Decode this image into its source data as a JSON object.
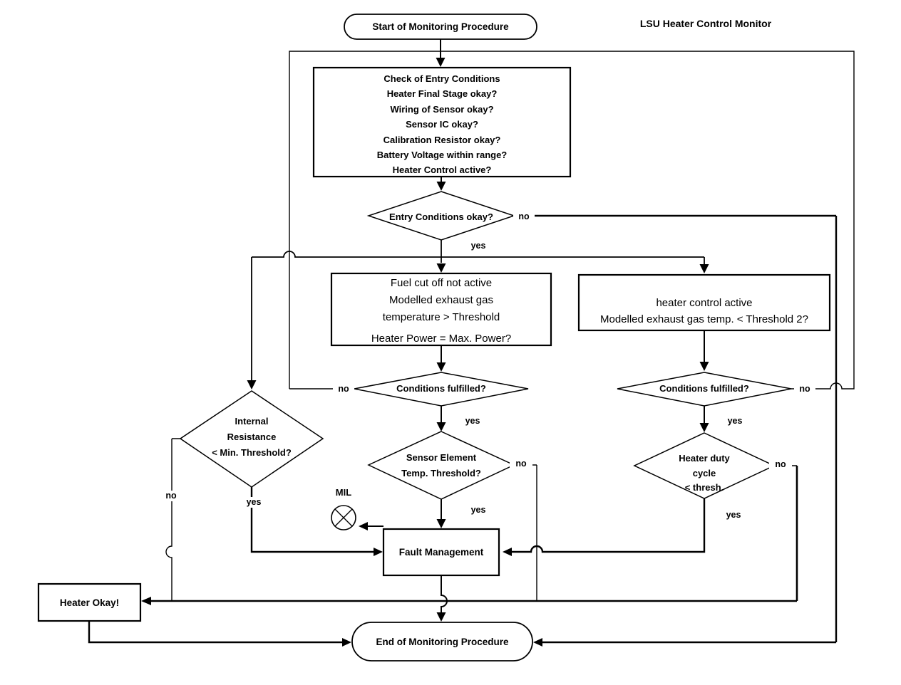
{
  "title": "LSU Heater Control Monitor",
  "nodes": {
    "start": "Start of Monitoring Procedure",
    "entry_check": [
      "Check of Entry Conditions",
      "Heater Final Stage okay?",
      "Wiring of Sensor okay?",
      "Sensor IC okay?",
      "Calibration Resistor okay?",
      "Battery Voltage within range?",
      "Heater Control active?"
    ],
    "entry_ok": "Entry Conditions okay?",
    "fuel": [
      "Fuel cut off not active",
      "Modelled exhaust gas",
      "temperature > Threshold",
      "Heater Power = Max. Power?"
    ],
    "heater": [
      "heater control active",
      "Modelled exhaust gas temp. < Threshold 2?"
    ],
    "cond_left": "Conditions fulfilled?",
    "cond_right": "Conditions fulfilled?",
    "internal": [
      "Internal",
      "Resistance",
      "< Min. Threshold?"
    ],
    "sensor": [
      "Sensor Element",
      "Temp. Threshold?"
    ],
    "duty": [
      "Heater duty",
      "cycle",
      "< thresh."
    ],
    "mil": "MIL",
    "fault": "Fault Management",
    "heater_okay": "Heater Okay!",
    "end": "End of Monitoring Procedure"
  },
  "labels": {
    "entry_no": "no",
    "entry_yes": "yes",
    "cond_left_no": "no",
    "cond_left_yes": "yes",
    "cond_right_no": "no",
    "cond_right_yes": "yes",
    "internal_no": "no",
    "internal_yes": "yes",
    "sensor_no": "no",
    "sensor_yes": "yes",
    "duty_no": "no",
    "duty_yes": "yes"
  }
}
